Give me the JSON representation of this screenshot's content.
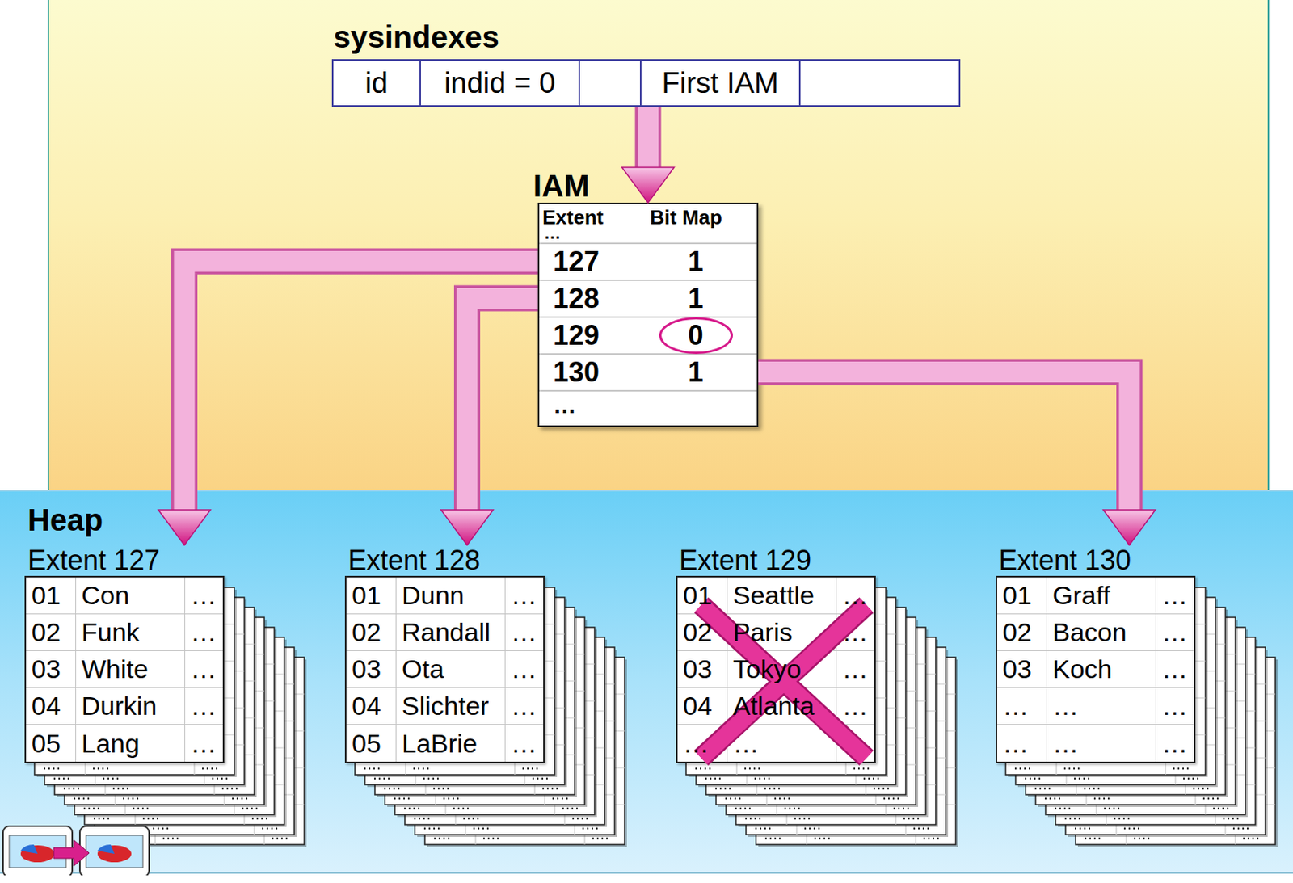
{
  "diagram": {
    "nodes": [
      {
        "text": [
          "sysindexes",
          "id",
          "indid = 0",
          "First IAM"
        ]
      },
      {
        "text": [
          "IAM",
          "Extent",
          "Bit Map",
          "…",
          "127",
          "1",
          "128",
          "1",
          "129",
          "0",
          "130",
          "1",
          "…"
        ]
      },
      {
        "text": [
          "Heap"
        ]
      },
      {
        "text": [
          "Extent 127",
          "01",
          "Con",
          "…",
          "02",
          "Funk",
          "…",
          "03",
          "White",
          "…",
          "04",
          "Durkin",
          "…",
          "05",
          "Lang",
          "…"
        ],
        "in": 2
      },
      {
        "text": [
          "Extent 128",
          "01",
          "Dunn",
          "…",
          "02",
          "Randall",
          "…",
          "03",
          "Ota",
          "…",
          "04",
          "Slichter",
          "…",
          "05",
          "LaBrie",
          "…"
        ],
        "in": 2
      },
      {
        "text": [
          "Extent 129",
          "01",
          "Seattle",
          "…",
          "02",
          "Paris",
          "…",
          "03",
          "Tokyo",
          "…",
          "04",
          "Atlanta",
          "…",
          "…",
          "…"
        ],
        "in": 2
      },
      {
        "text": [
          "Extent 130",
          "01",
          "Graff",
          "…",
          "02",
          "Bacon",
          "…",
          "03",
          "Koch",
          "…",
          "…",
          "…",
          "…",
          "…",
          "…",
          "…"
        ],
        "in": 2
      }
    ],
    "edges": [
      {
        "from": 0,
        "to": 1,
        "arrow": "to"
      },
      {
        "from": 1,
        "to": 3,
        "arrow": "to"
      },
      {
        "from": 1,
        "to": 4,
        "arrow": "to"
      },
      {
        "from": 1,
        "to": 6,
        "arrow": "to"
      }
    ]
  }
}
